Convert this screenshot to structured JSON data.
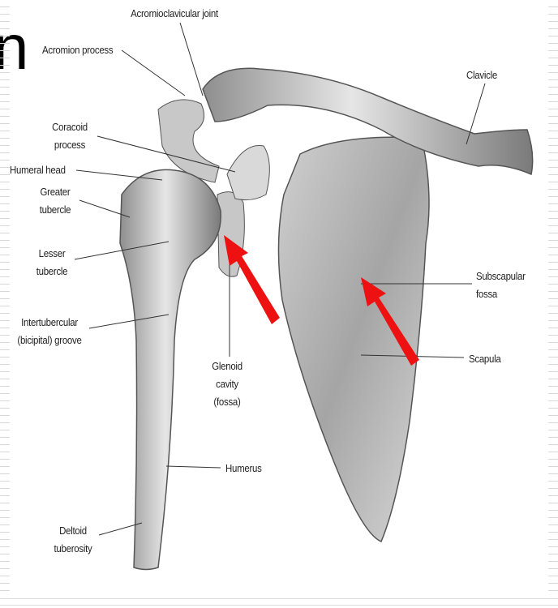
{
  "slide_fragment": {
    "text": "n"
  },
  "labels": {
    "acromioclavicular_joint": "Acromioclavicular joint",
    "acromion_process": "Acromion process",
    "clavicle": "Clavicle",
    "coracoid_process": [
      "Coracoid",
      "process"
    ],
    "humeral_head": "Humeral head",
    "greater_tubercle": [
      "Greater",
      "tubercle"
    ],
    "lesser_tubercle": [
      "Lesser",
      "tubercle"
    ],
    "intertubercular_groove": [
      "Intertubercular",
      "(bicipital) groove"
    ],
    "glenoid_cavity": [
      "Glenoid",
      "cavity",
      "(fossa)"
    ],
    "subscapular_fossa": [
      "Subscapular",
      "fossa"
    ],
    "scapula": "Scapula",
    "humerus": "Humerus",
    "deltoid_tuberosity": [
      "Deltoid",
      "tuberosity"
    ]
  },
  "colors": {
    "arrow": "#ee1111",
    "bone": "#b8b8b8",
    "text": "#222222"
  }
}
